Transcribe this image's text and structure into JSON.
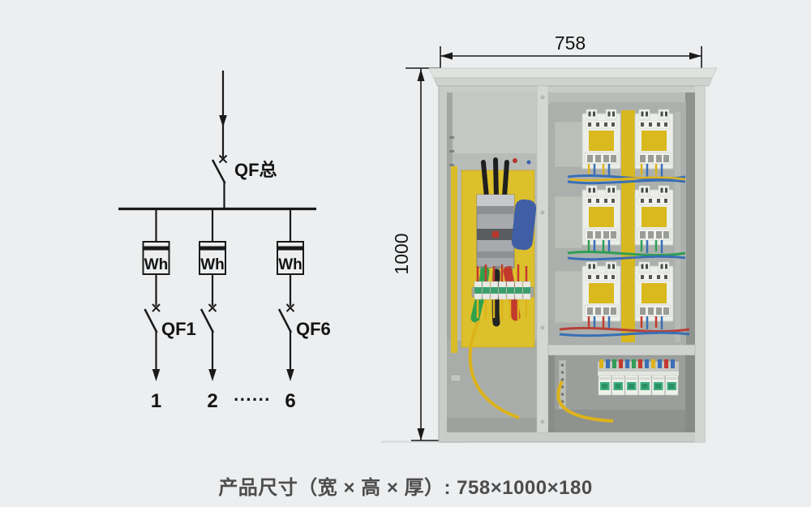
{
  "page": {
    "background_color": "#eceef0"
  },
  "schematic": {
    "main_breaker_label": "QF总",
    "branches": [
      {
        "meter_label": "Wh",
        "breaker_label": "QF1",
        "output_label": "1"
      },
      {
        "meter_label": "Wh",
        "breaker_label": "",
        "output_label": "2"
      },
      {
        "meter_label": "Wh",
        "breaker_label": "QF6",
        "output_label": "6"
      }
    ],
    "ellipsis": "......",
    "line_color": "#1a1a1a"
  },
  "dimensions": {
    "width_label": "758",
    "height_label": "1000"
  },
  "cabinet_photo": {
    "description": "metering distribution cabinet interior: left bay with main molded-case breaker on yellow plate, right bay with six meter positions and bottom row of six miniature circuit breakers",
    "colors": {
      "enclosure_frame": "#c9cdc9",
      "flange": "#e0e2de",
      "divider": "#d4d7d3",
      "interior_left": "#b8bcb8",
      "interior_right": "#a8aca8",
      "mounting_plate_yellow": "#dcc02c",
      "meter_base_white": "#eceee9",
      "meter_panel_yellow": "#d9b91e",
      "wire_blue": "#3a6fb5",
      "wire_yellow": "#ddb31c",
      "wire_red": "#c23a2e",
      "wire_green": "#2f9e56",
      "glove_blue": "#3f5ea6",
      "mcb_green": "#3fae7e"
    }
  },
  "caption": {
    "text": "产品尺寸（宽 × 高 × 厚）: 758×1000×180"
  }
}
